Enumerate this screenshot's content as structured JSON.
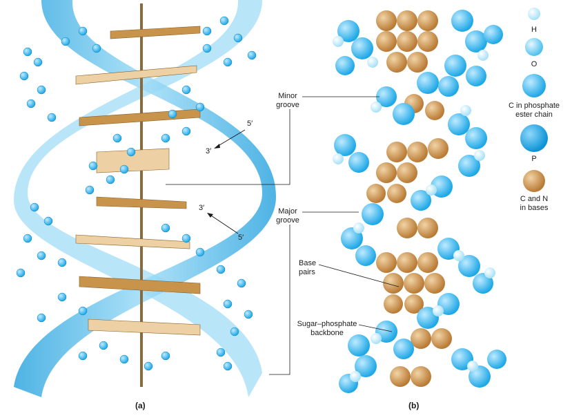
{
  "panels": {
    "a": "(a)",
    "b": "(b)"
  },
  "strand_labels": {
    "top_5": "5′",
    "top_3": "3′",
    "bottom_3": "3′",
    "bottom_5": "5′"
  },
  "callouts": {
    "minor_groove_1": "Minor",
    "minor_groove_2": "groove",
    "major_groove_1": "Major",
    "major_groove_2": "groove",
    "base_pairs_1": "Base",
    "base_pairs_2": "pairs",
    "backbone_1": "Sugar–phosphate",
    "backbone_2": "backbone"
  },
  "legend": [
    {
      "label": "H",
      "label2": "",
      "color": "#cfeffb"
    },
    {
      "label": "O",
      "label2": "",
      "color": "#7dd3f5"
    },
    {
      "label": "C in phosphate",
      "label2": "ester chain",
      "color": "#38b6ee"
    },
    {
      "label": "P",
      "label2": "",
      "color": "#16a5e8"
    },
    {
      "label": "C and N",
      "label2": "in bases",
      "color": "#d39a52"
    }
  ],
  "colors": {
    "ribbon": "#5cc3ef",
    "ribbon_dark": "#2fa6df",
    "base_pair": "#c8934a",
    "base_pair_light": "#edd0a3",
    "axis": "#8a6a3c"
  }
}
